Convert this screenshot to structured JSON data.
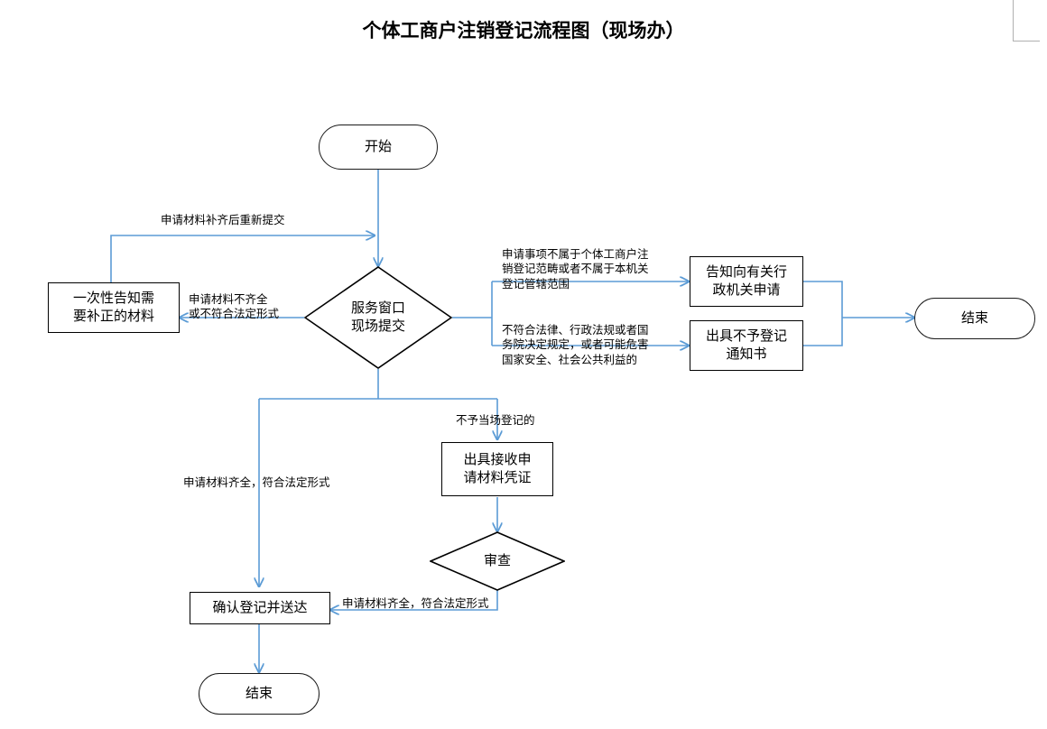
{
  "page": {
    "title": "个体工商户注销登记流程图（现场办）",
    "background_color": "#ffffff",
    "edge_color": "#5b9bd5",
    "node_border_color": "#000000",
    "text_color": "#000000"
  },
  "nodes": {
    "start": {
      "label": "开始",
      "shape": "stadium"
    },
    "service_window": {
      "label": "服务窗口\n现场提交",
      "shape": "diamond"
    },
    "one_time_notice": {
      "label": "一次性告知需\n要补正的材料",
      "shape": "rect"
    },
    "inform_other_agency": {
      "label": "告知向有关行\n政机关申请",
      "shape": "rect"
    },
    "refuse_notice": {
      "label": "出具不予登记\n通知书",
      "shape": "rect"
    },
    "end_right": {
      "label": "结束",
      "shape": "stadium"
    },
    "receipt_voucher": {
      "label": "出具接收申\n请材料凭证",
      "shape": "rect"
    },
    "review": {
      "label": "审查",
      "shape": "diamond"
    },
    "confirm_register": {
      "label": "确认登记并送达",
      "shape": "rect"
    },
    "end_bottom": {
      "label": "结束",
      "shape": "stadium"
    }
  },
  "edge_labels": {
    "resubmit_after_supplement": "申请材料补齐后重新提交",
    "materials_incomplete": "申请材料不齐全\n或不符合法定形式",
    "out_of_scope": "申请事项不属于个体工商户注\n销登记范畴或者不属于本机关\n登记管辖范围",
    "violates_law": "不符合法律、行政法规或者国\n务院决定规定，或者可能危害\n国家安全、社会公共利益的",
    "not_registered_onsite": "不予当场登记的",
    "materials_complete_left": "申请材料齐全，符合法定形式",
    "materials_complete_review": "申请材料齐全，符合法定形式"
  }
}
